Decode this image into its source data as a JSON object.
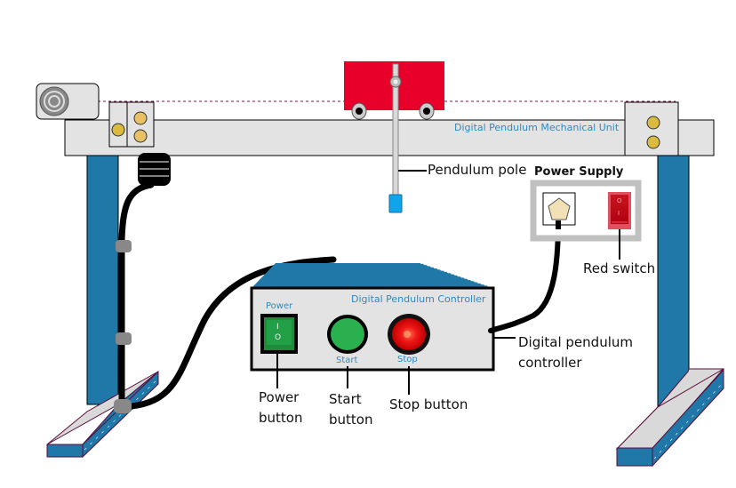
{
  "diagram": {
    "title": "Digital Pendulum Setup",
    "mechanical_unit": {
      "label": "Digital Pendulum Mechanical Unit"
    },
    "controller": {
      "panel_label": "Digital Pendulum Controller",
      "power_label": "Power",
      "start_label": "Start",
      "stop_label": "Stop",
      "power_switch_on_symbol": "I",
      "power_switch_off_symbol": "O"
    },
    "power_supply": {
      "label": "Power Supply",
      "switch_on_symbol": "I",
      "switch_off_symbol": "O"
    },
    "callouts": {
      "pendulum_pole": "Pendulum pole",
      "red_switch": "Red switch",
      "controller_line1": "Digital pendulum",
      "controller_line2": "controller",
      "power_button_line1": "Power",
      "power_button_line2": "button",
      "start_button_line1": "Start",
      "start_button_line2": "button",
      "stop_button": "Stop button"
    },
    "colors": {
      "frame_blue": "#1f78a8",
      "rail_gray": "#e3e3e3",
      "cart_red": "#e8002a",
      "start_green": "#2bb04f",
      "stop_red": "#e82020",
      "bolt_gold": "#e0b84a",
      "label_blue": "#2e8bc0",
      "pole_tip_blue": "#10a4e8"
    }
  }
}
